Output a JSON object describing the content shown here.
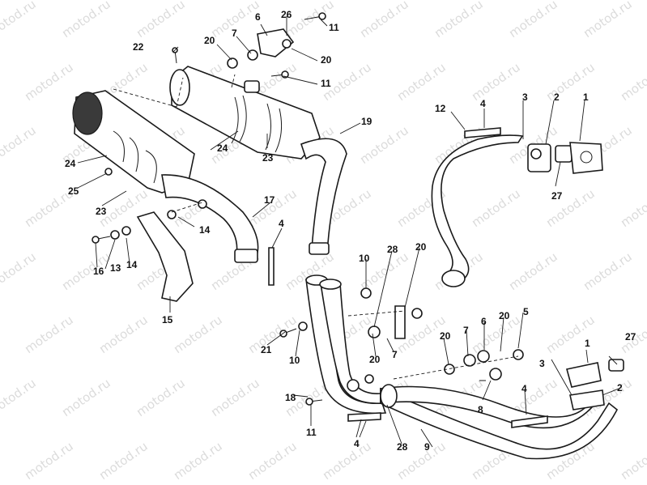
{
  "watermark": "motod.ru",
  "callouts": [
    "1",
    "2",
    "3",
    "4",
    "5",
    "6",
    "7",
    "8",
    "9",
    "10",
    "11",
    "12",
    "13",
    "14",
    "15",
    "16",
    "17",
    "18",
    "19",
    "20",
    "21",
    "22",
    "23",
    "24",
    "25",
    "26",
    "27",
    "28"
  ]
}
